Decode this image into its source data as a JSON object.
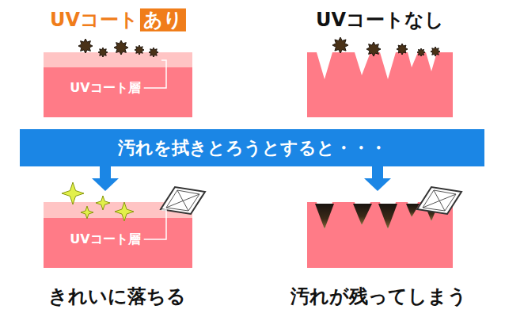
{
  "diagram": {
    "nodes": [
      {
        "text": [
          "汚れを拭きとろうとすると・・・"
        ]
      }
    ],
    "labels": [
      "UVコート",
      "あり",
      "UVコートなし",
      "UVコート層",
      "UVコート層",
      "きれいに落ちる",
      "汚れが残ってしまう"
    ]
  }
}
